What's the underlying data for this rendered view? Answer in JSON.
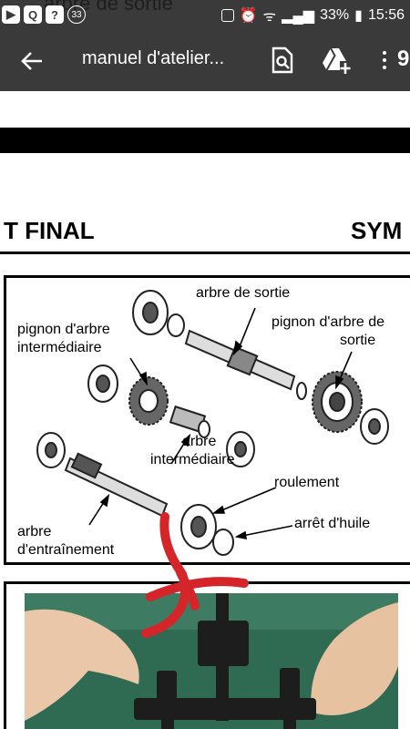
{
  "status_bar": {
    "background_text": "arbre de sortie",
    "notification_count": "33",
    "battery": "33%",
    "time": "15:56"
  },
  "app_bar": {
    "title": "manuel d'atelier...",
    "page_indicator": "9",
    "icons": [
      "back-arrow-icon",
      "find-in-page-icon",
      "add-to-drive-icon",
      "more-vert-icon"
    ]
  },
  "document": {
    "heading_left": "T FINAL",
    "heading_right": "SYM",
    "figure_labels": {
      "arbre_de_sortie": "arbre de sortie",
      "pignon_intermediaire": [
        "pignon d'arbre",
        "intermédiaire"
      ],
      "pignon_sortie": [
        "pignon d'arbre de",
        "sortie"
      ],
      "arbre_intermediaire": [
        "arbre",
        "intermédiaire"
      ],
      "roulement": "roulement",
      "arret_huile": "arrêt d'huile",
      "arbre_entrainement": [
        "arbre",
        "d'entraînement"
      ]
    }
  },
  "colors": {
    "app_bar": "#3a3a3a",
    "annotation": "#d4262a",
    "photo_background": "#2f6a52"
  }
}
